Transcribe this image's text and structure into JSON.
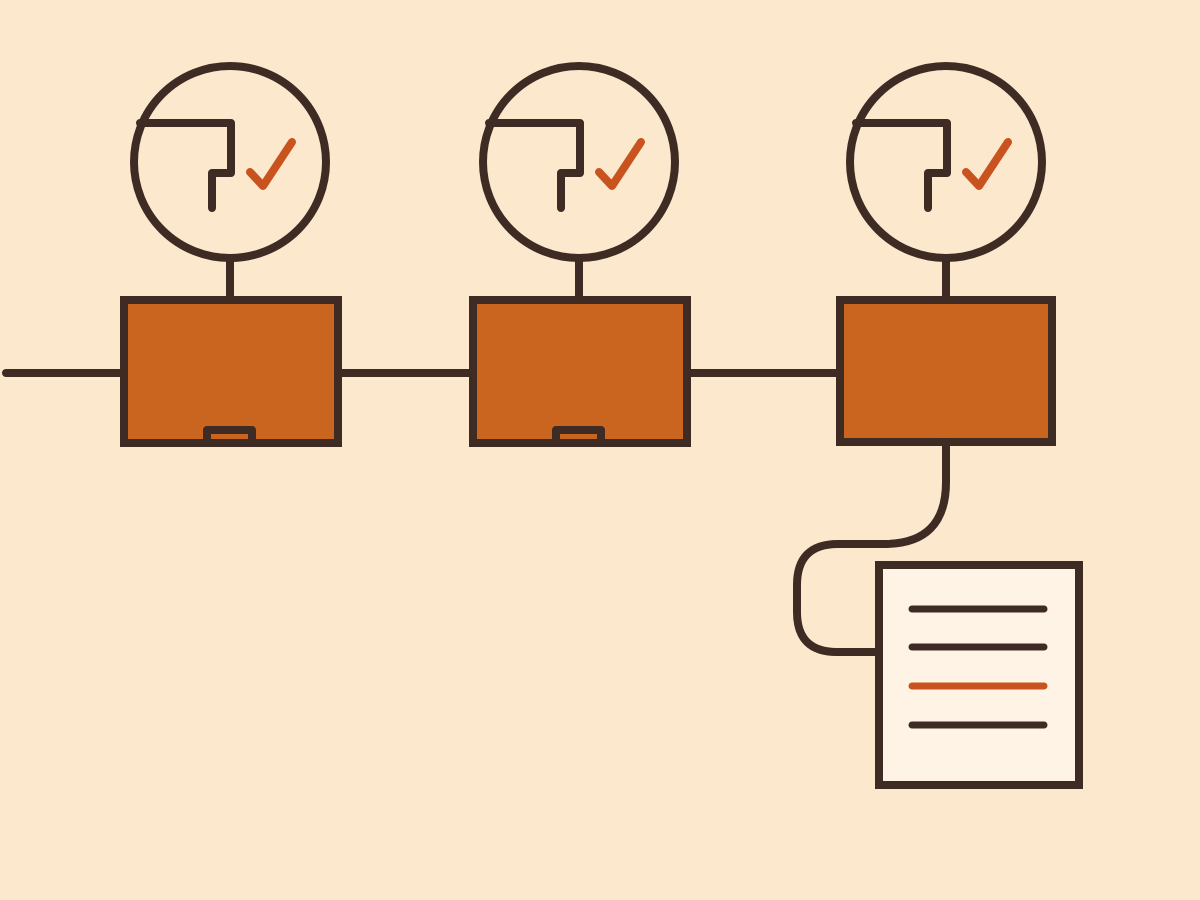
{
  "diagram": {
    "stages": [
      {
        "id": "stage-1",
        "verified": true,
        "has_notch": true
      },
      {
        "id": "stage-2",
        "verified": true,
        "has_notch": true
      },
      {
        "id": "stage-3",
        "verified": true,
        "has_notch": false
      }
    ],
    "output_document": {
      "line_count": 4,
      "highlighted_line": 3
    },
    "icons": {
      "gauge": "gauge-icon",
      "check": "checkmark-icon",
      "document": "document-icon"
    },
    "colors": {
      "background": "#fce8cd",
      "stroke": "#3d2b24",
      "block": "#c9651f",
      "accent": "#c9531f",
      "paper": "#fef3e4"
    }
  }
}
